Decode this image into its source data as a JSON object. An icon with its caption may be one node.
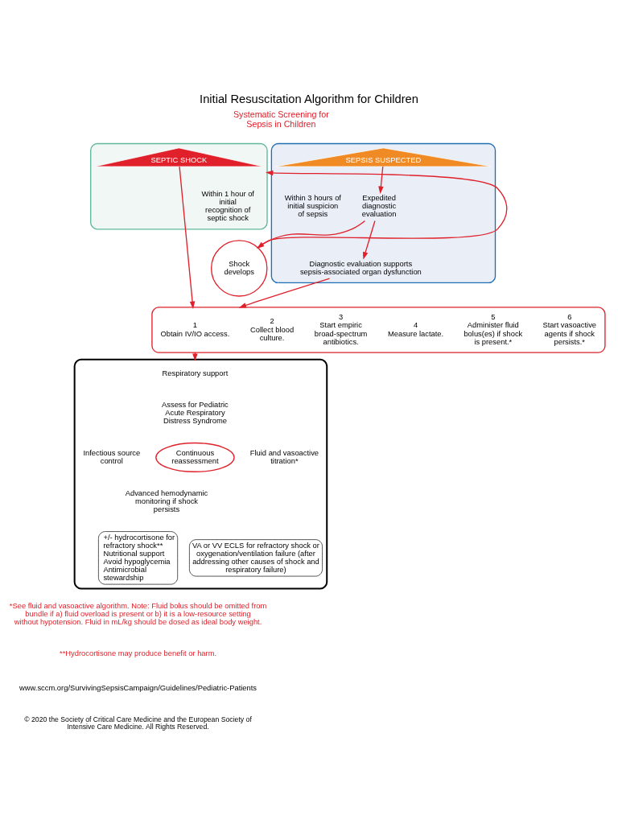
{
  "diagram": {
    "title": "Initial Resuscitation Algorithm for Children",
    "nodes": [
      {
        "text": [],
        "shape": "box"
      },
      {
        "text": [
          "SEPTIC SHOCK"
        ],
        "in": 0
      },
      {
        "text": [],
        "shape": "box"
      },
      {
        "text": [
          "SEPSIS SUSPECTED"
        ],
        "in": 2
      },
      {
        "text": [
          "Expedited diagnostic evaluation"
        ],
        "in": 2
      },
      {
        "text": [
          "Shock develops"
        ]
      },
      {
        "text": [
          "Diagnostic evaluation supports sepsis-associated organ dysfunction"
        ],
        "in": 2
      },
      {
        "text": [],
        "shape": "box"
      },
      {
        "text": [
          "1",
          "Obtain IV/IO access."
        ],
        "in": 7
      },
      {
        "text": [
          "2",
          "Collect blood culture."
        ],
        "in": 7
      },
      {
        "text": [
          "3",
          "Start empiric broad-spectrum antibiotics."
        ],
        "in": 7
      },
      {
        "text": [
          "4",
          "Measure lactate."
        ],
        "in": 7
      },
      {
        "text": [
          "5",
          "Administer fluid bolus(es) if shock is present.*"
        ],
        "in": 7
      },
      {
        "text": [
          "6",
          "Start vasoactive agents if shock persists.*"
        ],
        "in": 7
      },
      {
        "text": [],
        "shape": "box"
      },
      {
        "text": [
          "Respiratory support"
        ],
        "in": 14
      },
      {
        "text": [
          "Assess for Pediatric Acute Respiratory Distress Syndrome"
        ],
        "in": 14
      },
      {
        "text": [
          "Infectious source control"
        ],
        "in": 14
      },
      {
        "text": [
          "Continuous reassessment"
        ],
        "in": 14
      },
      {
        "text": [
          "Fluid and vasoactive titration*"
        ],
        "in": 14
      },
      {
        "text": [
          "Advanced hemodynamic monitoring if shock persists"
        ],
        "in": 14
      },
      {
        "text": [
          "+/- hydrocortisone for refractory shock**",
          "Nutritional support",
          "Avoid hypoglycemia",
          "Antimicrobial stewardship"
        ],
        "in": 14
      },
      {
        "text": [
          "VA or VV ECLS for refractory shock or oxygenation/ventilation failure (after addressing other causes of shock and respiratory failure)"
        ],
        "in": 14
      }
    ],
    "edges": [
      {
        "from": 3,
        "to": 4,
        "arrow": "to"
      },
      {
        "from": 4,
        "to": 5,
        "arrow": "to"
      },
      {
        "from": 4,
        "to": 6,
        "arrow": "to"
      },
      {
        "from": 5,
        "to": 0,
        "arrow": "to"
      },
      {
        "from": 1,
        "to": 7,
        "arrow": "to"
      },
      {
        "from": 6,
        "to": 7,
        "arrow": "to"
      },
      {
        "from": 7,
        "to": 14,
        "arrow": "to"
      }
    ],
    "labels": [
      "Systematic Screening for Sepsis in Children",
      "Within 1 hour of initial recognition of septic shock",
      "Within 3 hours of initial suspicion of sepsis",
      "*See fluid and vasoactive algorithm. Note: Fluid bolus should be omitted from bundle if a) fluid overload is present or b) it is a low-resource setting without hypotension. Fluid in mL/kg should be dosed as ideal body weight.",
      "**Hydrocortisone may produce benefit or harm.",
      "www.sccm.org/SurvivingSepsisCampaign/Guidelines/Pediatric-Patients",
      "© 2020 the Society of Critical Care Medicine and the European Society of Intensive Care Medicine. All Rights Reserved."
    ]
  }
}
